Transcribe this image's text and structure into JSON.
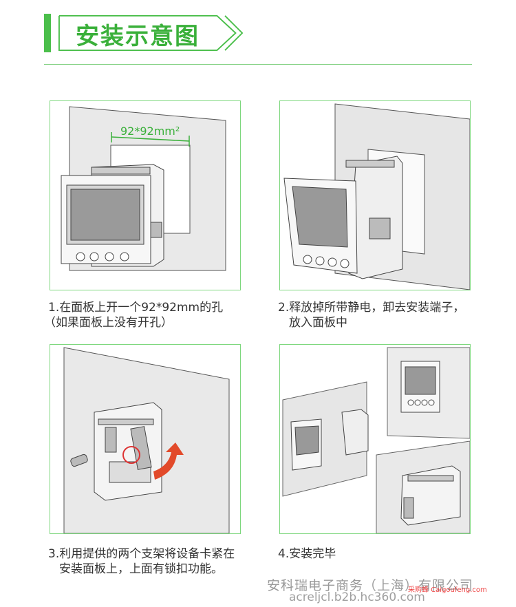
{
  "header": {
    "title": "安装示意图",
    "accent_color": "#3ab03a"
  },
  "steps": [
    {
      "caption_line1": "1.在面板上开一个92*92mm的孔",
      "caption_line2": "（如果面板上没有开孔）",
      "dimension_label": "92*92mm²"
    },
    {
      "caption_line1": "2.释放掉所带静电，卸去安装端子，",
      "caption_line2": "放入面板中"
    },
    {
      "caption_line1": "3.利用提供的两个支架将设备卡紧在",
      "caption_line2": "安装面板上，上面有锁扣功能。"
    },
    {
      "caption_line1": "4.安装完毕"
    }
  ],
  "footer": {
    "company": "安科瑞电子商务（上海）有限公司",
    "url": "acreljcl.b2b.hc360.com",
    "watermark": "采购蜂 Caigoufeng.com"
  }
}
